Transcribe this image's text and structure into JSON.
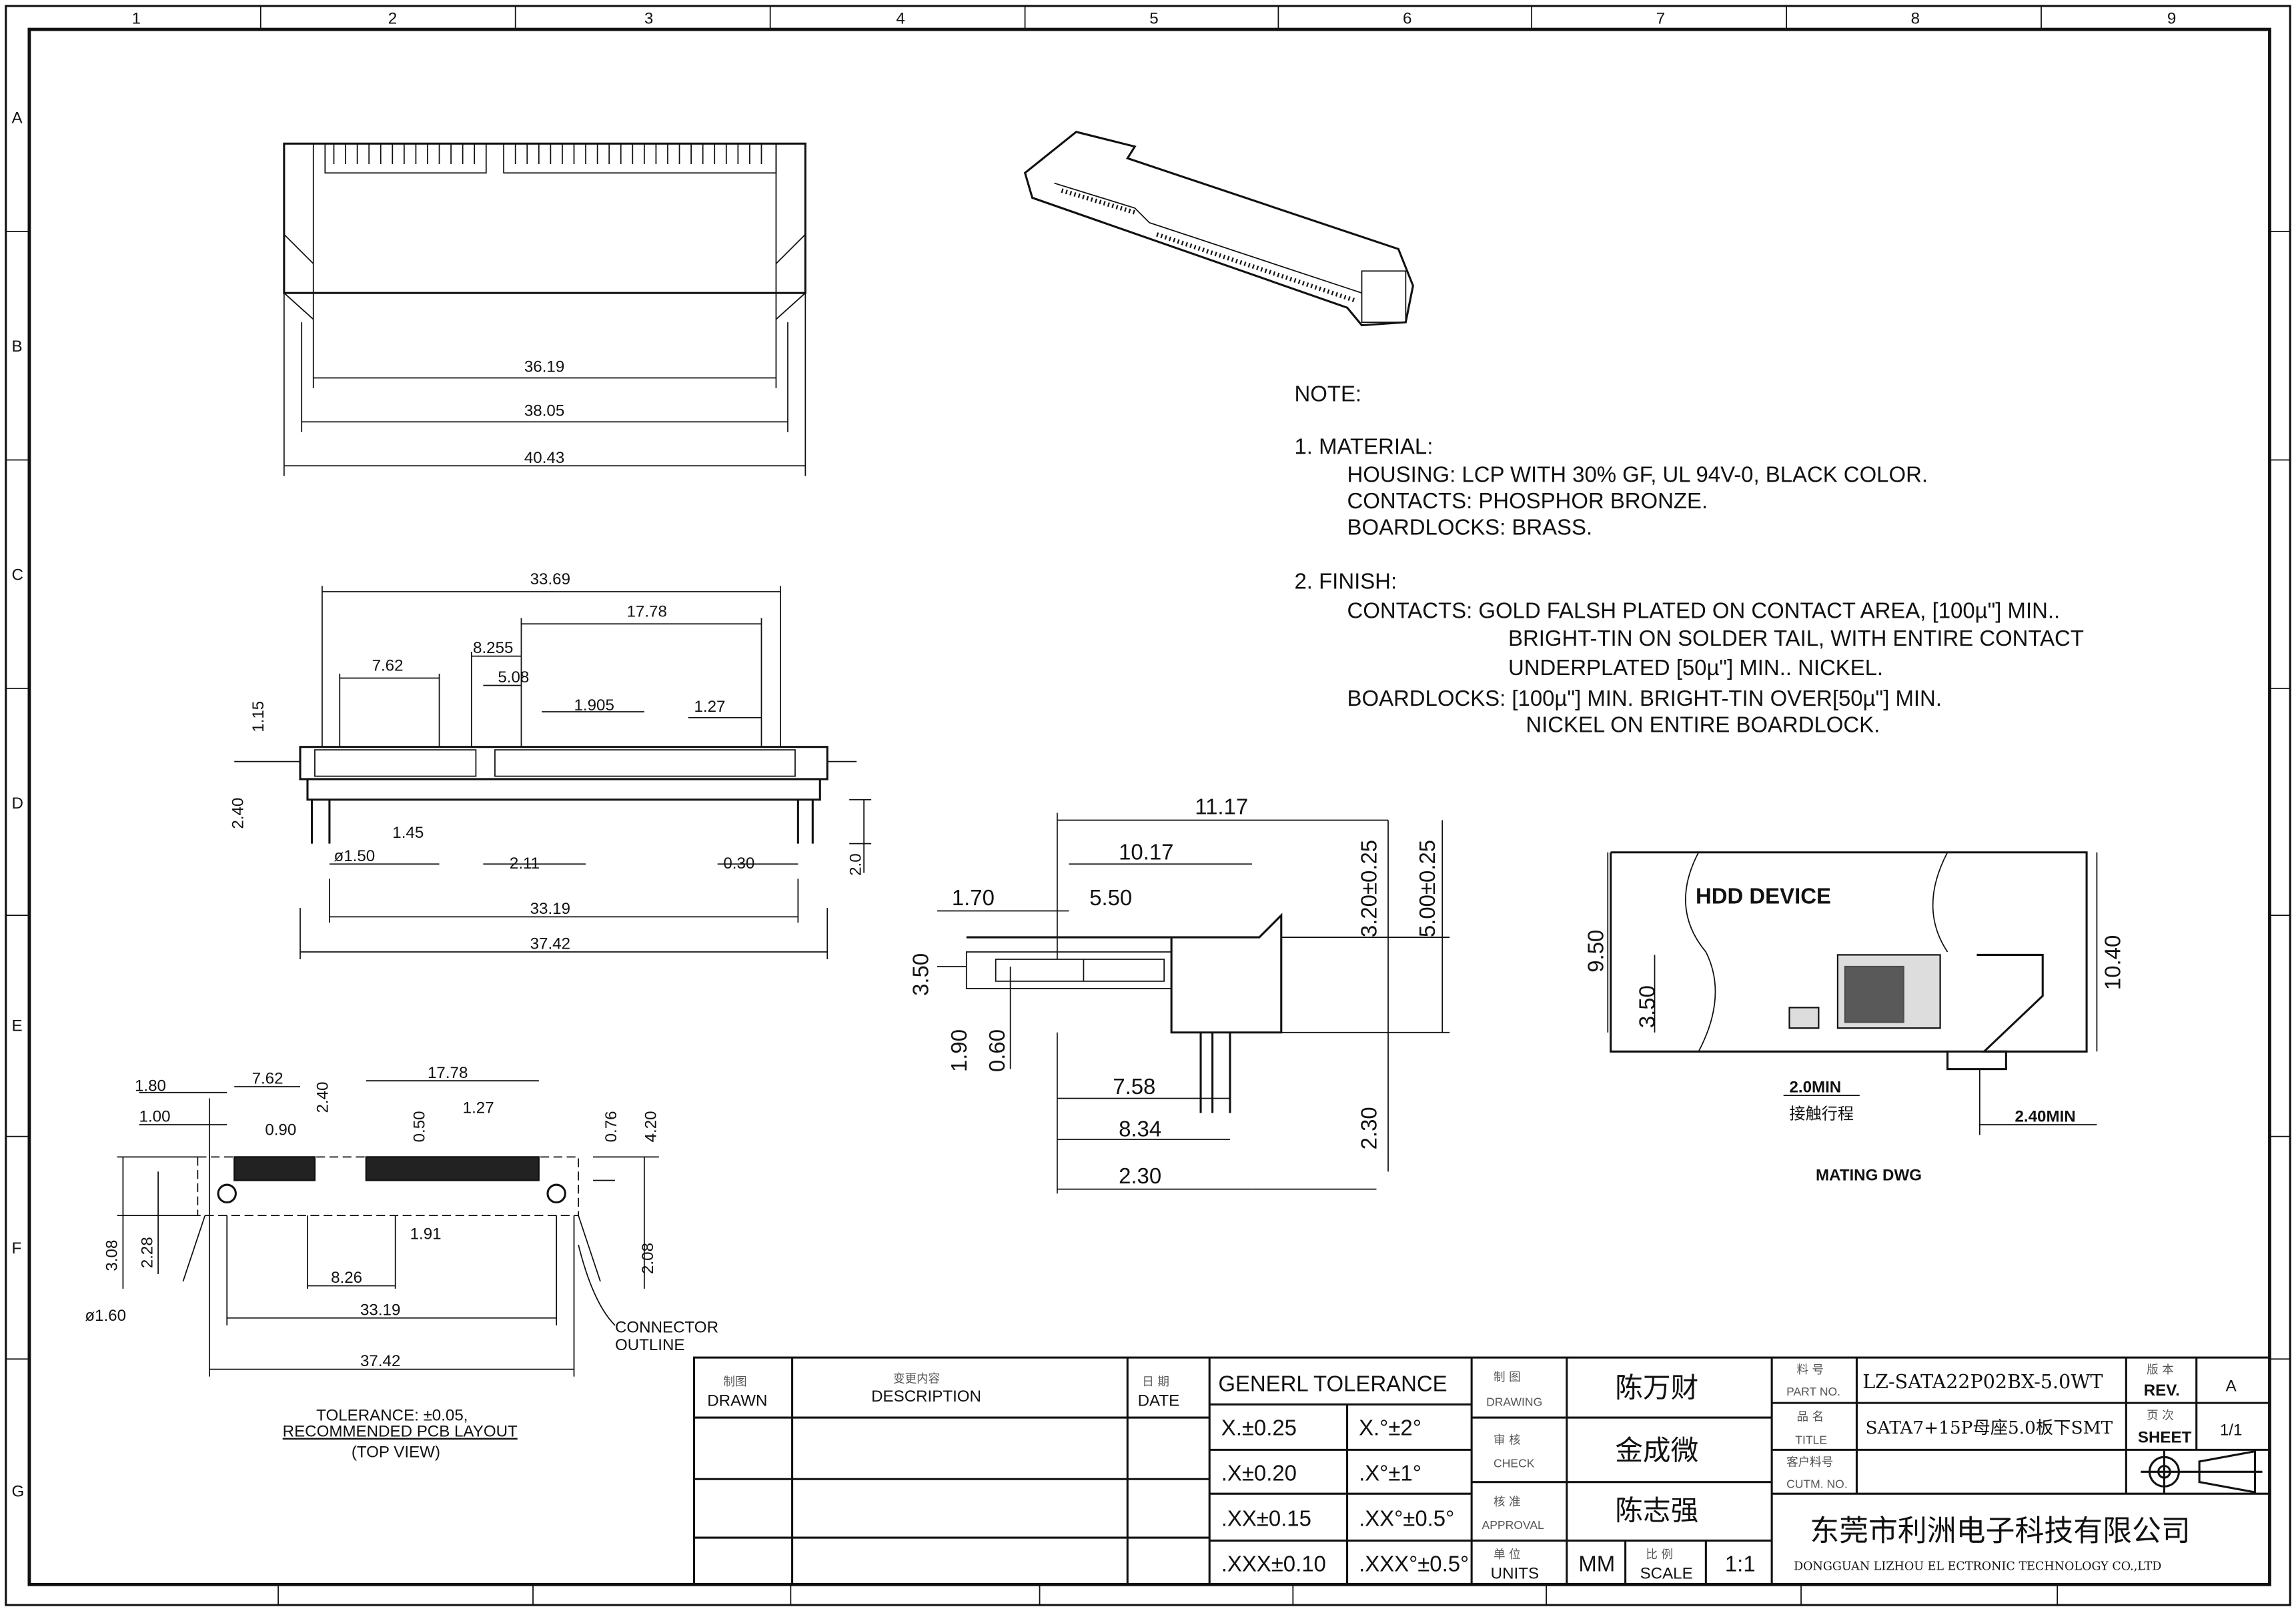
{
  "grid": {
    "columns": [
      "1",
      "2",
      "3",
      "4",
      "5",
      "6",
      "7",
      "8",
      "9"
    ],
    "rows": [
      "A",
      "B",
      "C",
      "D",
      "E",
      "F",
      "G"
    ]
  },
  "top_view": {
    "dims": [
      "36.19",
      "38.05",
      "40.43"
    ]
  },
  "front_view": {
    "dims": [
      "33.69",
      "17.78",
      "8.255",
      "7.62",
      "5.08",
      "1.905",
      "1.27",
      "1.15",
      "2.40",
      "1.45",
      "ø1.50",
      "2.11",
      "0.30",
      "2.0",
      "33.19",
      "37.42"
    ]
  },
  "pcb_layout": {
    "dims": [
      "1.80",
      "7.62",
      "17.78",
      "1.00",
      "0.90",
      "2.40",
      "0.50",
      "1.27",
      "0.76",
      "4.20",
      "3.08",
      "2.28",
      "1.91",
      "8.26",
      "2.08",
      "ø1.60",
      "33.19",
      "37.42"
    ],
    "connector_outline": [
      "CONNECTOR",
      "OUTLINE"
    ],
    "caption": [
      "TOLERANCE: ±0.05,",
      "RECOMMENDED PCB LAYOUT",
      "(TOP VIEW)"
    ]
  },
  "side_view": {
    "dims": [
      "11.17",
      "10.17",
      "1.70",
      "5.50",
      "3.50",
      "1.90",
      "0.60",
      "3.20±0.25",
      "5.00±0.25",
      "7.58",
      "8.34",
      "2.30",
      "2.30"
    ]
  },
  "mating": {
    "label": "HDD DEVICE",
    "dims": [
      "9.50",
      "3.50",
      "10.40",
      "2.0MIN",
      "接触行程",
      "2.40MIN"
    ],
    "caption": "MATING DWG"
  },
  "notes": {
    "heading": "NOTE:",
    "lines": [
      "1.  MATERIAL:",
      "HOUSING:  LCP  WITH  30%  GF,  UL  94V-0,  BLACK  COLOR.",
      "CONTACTS:  PHOSPHOR  BRONZE.",
      "BOARDLOCKS:  BRASS.",
      "2.  FINISH:",
      "CONTACTS:    GOLD  FALSH  PLATED  ON  CONTACT  AREA,   [100µ\"]  MIN..",
      "BRIGHT-TIN  ON  SOLDER  TAIL,  WITH  ENTIRE  CONTACT",
      "UNDERPLATED    [50µ\"]  MIN..  NICKEL.",
      "BOARDLOCKS:  [100µ\"]  MIN.  BRIGHT-TIN  OVER[50µ\"]  MIN.",
      "NICKEL  ON  ENTIRE  BOARDLOCK."
    ]
  },
  "title_block": {
    "drawn_cn": "制图",
    "drawn": "DRAWN",
    "desc_cn": "变更内容",
    "desc": "DESCRIPTION",
    "date_cn": "日 期",
    "date": "DATE",
    "tolerance_title": "GENERL  TOLERANCE",
    "tolerances": [
      [
        "X.±0.25",
        "X.°±2°"
      ],
      [
        ".X±0.20",
        ".X°±1°"
      ],
      [
        ".XX±0.15",
        ".XX°±0.5°"
      ],
      [
        ".XXX±0.10",
        ".XXX°±0.5°"
      ]
    ],
    "drawing_cn": "制  图",
    "drawing": "DRAWING",
    "drawing_name": "陈万财",
    "check_cn": "审  核",
    "check": "CHECK",
    "check_name": "金成微",
    "approval_cn": "核  准",
    "approval": "APPROVAL",
    "approval_name": "陈志强",
    "units_cn": "单  位",
    "units": "UNITS",
    "units_value": "MM",
    "scale_cn": "比  例",
    "scale": "SCALE",
    "scale_value": "1:1",
    "part_no_cn": "料  号",
    "part_no": "PART NO.",
    "part_no_value": "LZ-SATA22P02BX-5.0WT",
    "title_cn": "品  名",
    "title": "TITLE",
    "title_value": "SATA7+15P母座5.0板下SMT",
    "cutm_cn": "客户料号",
    "cutm": "CUTM. NO.",
    "rev_cn": "版 本",
    "rev": "REV.",
    "rev_value": "A",
    "sheet_cn": "页 次",
    "sheet": "SHEET",
    "sheet_value": "1/1",
    "company_cn": "东莞市利洲电子科技有限公司",
    "company_en": "DONGGUAN LIZHOU EL ECTRONIC TECHNOLOGY CO.,LTD"
  }
}
